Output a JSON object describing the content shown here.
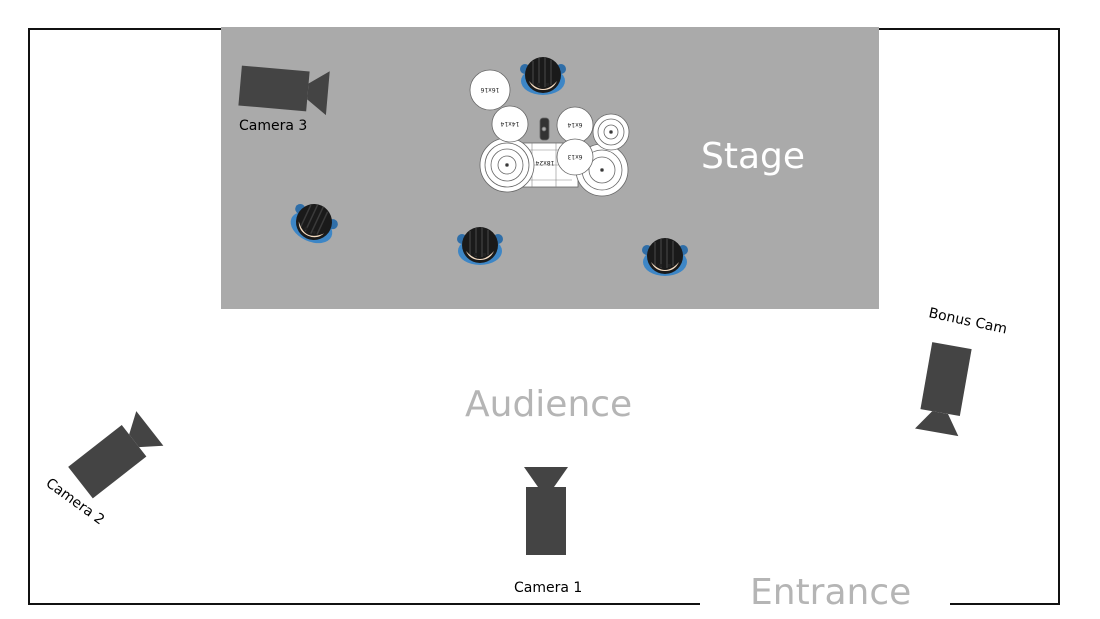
{
  "labels": {
    "stage": "Stage",
    "audience": "Audience",
    "entrance": "Entrance"
  },
  "cameras": {
    "camera1": "Camera 1",
    "camera2": "Camera 2",
    "camera3": "Camera 3",
    "bonus": "Bonus Cam"
  },
  "drums": {
    "floor_tom_1": "16x16",
    "tom_1": "14x14",
    "tom_2": "6x14",
    "tom_3": "6x13",
    "kick": "18x24"
  },
  "colors": {
    "stage_fill": "#aaaaaa",
    "camera_fill": "#444444",
    "wall": "#111111",
    "label_gray": "#b5b5b5",
    "shirt_blue": "#3d86c6",
    "hair": "#1a1a1a",
    "skin": "#f4dcc2"
  },
  "icons": {
    "person": "person-top-view-icon",
    "camera": "video-camera-icon",
    "drumkit": "drum-kit-icon"
  }
}
